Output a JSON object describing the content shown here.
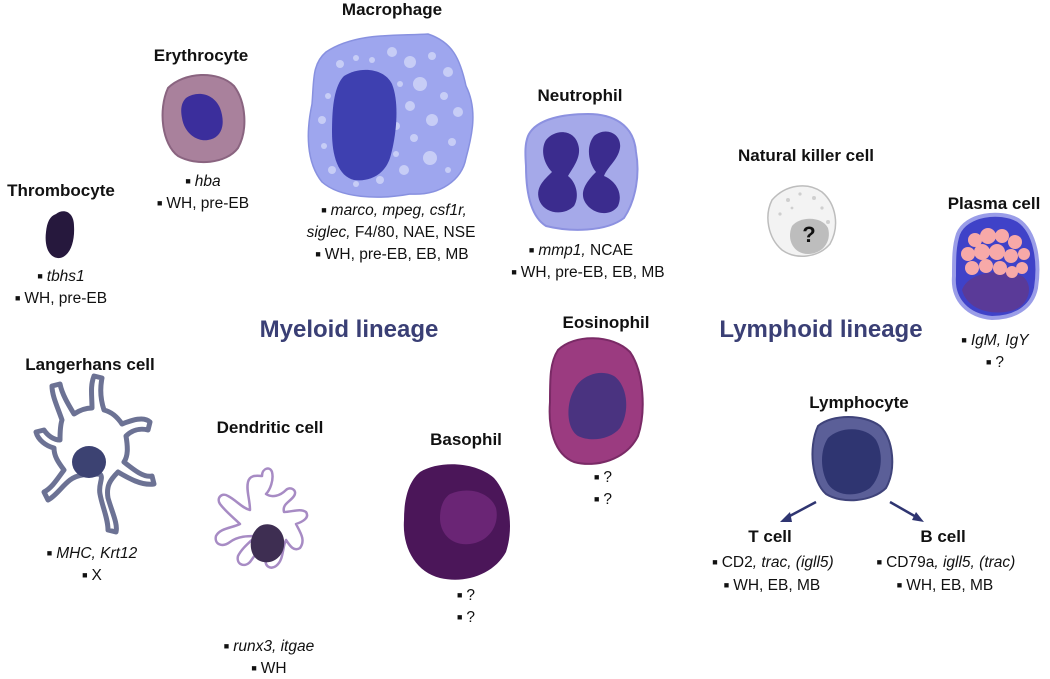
{
  "lineages": {
    "myeloid": "Myeloid lineage",
    "lymphoid": "Lymphoid lineage"
  },
  "cells": {
    "thrombocyte": {
      "name": "Thrombocyte",
      "markers_it": "tbhs1",
      "locations": "WH, pre-EB"
    },
    "erythrocyte": {
      "name": "Erythrocyte",
      "markers_it": "hba",
      "locations": "WH, pre-EB"
    },
    "macrophage": {
      "name": "Macrophage",
      "markers_it_1": "marco, mpeg, csf1r,",
      "markers_it_2": "siglec,",
      "markers_rest": " F4/80, NAE, NSE",
      "locations": "WH, pre-EB, EB, MB"
    },
    "neutrophil": {
      "name": "Neutrophil",
      "markers_it": "mmp1,",
      "markers_rest": " NCAE",
      "locations": "WH, pre-EB, EB, MB"
    },
    "nk_cell": {
      "name": "Natural killer cell",
      "glyph": "?"
    },
    "plasma_cell": {
      "name": "Plasma cell",
      "markers_it": "IgM, IgY",
      "locations": "?"
    },
    "langerhans": {
      "name": "Langerhans cell",
      "markers_it": "MHC, Krt12",
      "locations": "X"
    },
    "dendritic": {
      "name": "Dendritic cell",
      "markers_it": "runx3, itgae",
      "locations": "WH"
    },
    "basophil": {
      "name": "Basophil",
      "markers": "?",
      "locations": "?"
    },
    "eosinophil": {
      "name": "Eosinophil",
      "markers": "?",
      "locations": "?"
    },
    "lymphocyte": {
      "name": "Lymphocyte"
    },
    "t_cell": {
      "name": "T cell",
      "markers_1": "CD2",
      "markers_it": ", trac, (igll5)",
      "locations": "WH, EB, MB"
    },
    "b_cell": {
      "name": "B cell",
      "markers_1": "CD79a",
      "markers_it": ", igll5, (trac)",
      "locations": "WH, EB, MB"
    }
  },
  "colors": {
    "lineage_text": "#3a3f75",
    "macrophage_body": "#9ea6ee",
    "macrophage_nucleus": "#3e40b0",
    "erythrocyte_body": "#a9819c",
    "erythrocyte_nucleus": "#3b2e9c",
    "neutrophil_body": "#a5a9e9",
    "neutrophil_nucleus": "#3b2c8e",
    "thrombocyte": "#26183d",
    "eosinophil_body": "#9b3b80",
    "eosinophil_nucleus": "#4a3380",
    "basophil_body": "#4b1659",
    "basophil_nucleus": "#6a2575",
    "lymphocyte_body": "#5b5f98",
    "lymphocyte_nucleus": "#2f3571",
    "plasma_body": "#3f42c8",
    "plasma_nucleus": "#5a3a98",
    "plasma_granules": "#f7a9a8",
    "nk_body": "#bdbdbd",
    "langerhans_outline": "#6c7294",
    "langerhans_nucleus": "#3c4272",
    "dendritic_outline": "#a78bc4",
    "dendritic_nucleus": "#3e2e52"
  }
}
